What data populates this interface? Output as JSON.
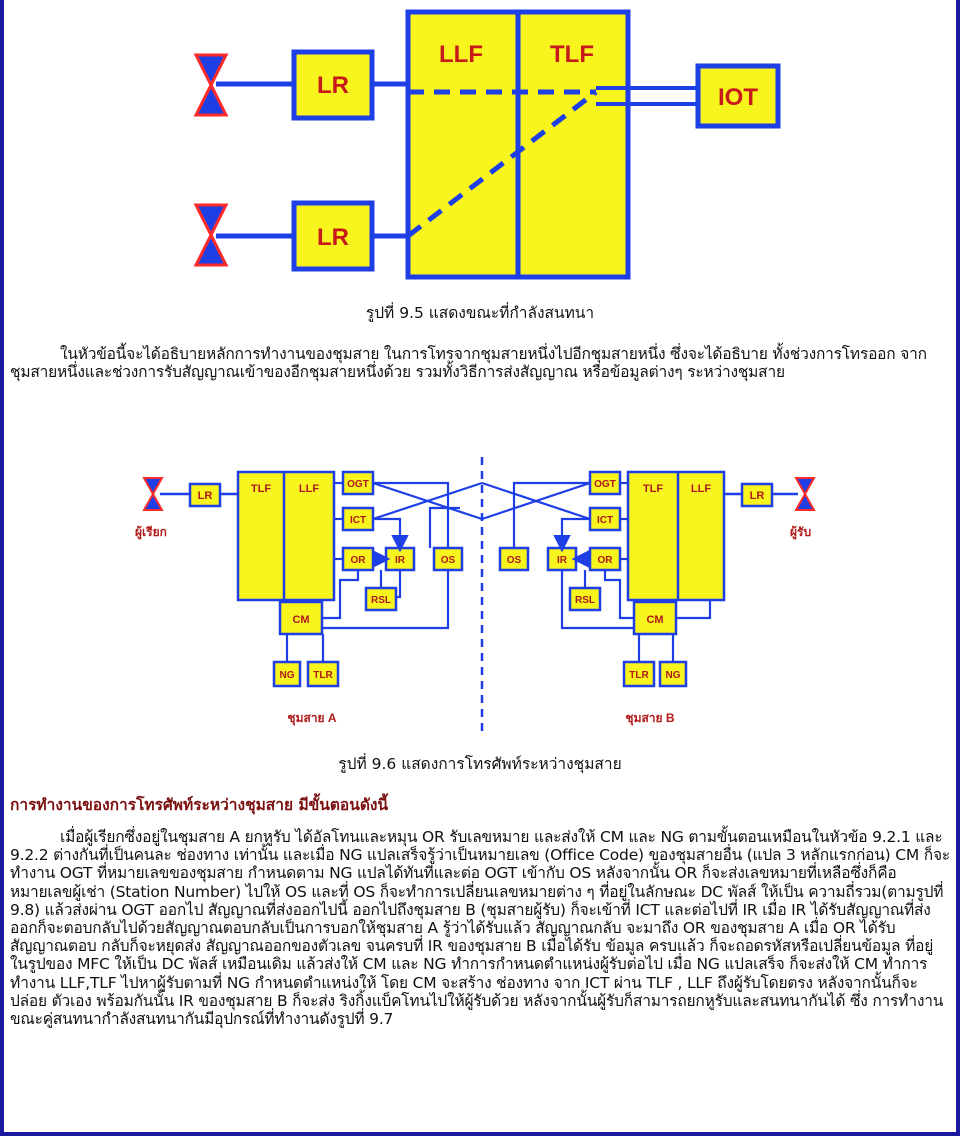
{
  "figure1": {
    "caption": "รูปที่ 9.5 แสดงขณะที่กำลังสนทนา",
    "labels": {
      "lr_top": "LR",
      "lr_bottom": "LR",
      "llf": "LLF",
      "tlf": "TLF",
      "iot": "IOT"
    }
  },
  "intro_paragraph": "ในหัวข้อนี้จะได้อธิบายหลักการทำงานของชุมสาย ในการโทรจากชุมสายหนึ่งไปอีกชุมสายหนึ่ง ซึ่งจะได้อธิบาย ทั้งช่วงการโทรออก จากชุมสายหนึ่งและช่วงการรับสัญญาณเข้าของอีกชุมสายหนึ่งด้วย รวมทั้งวิธีการส่งสัญญาณ หรือข้อมูลต่างๆ ระหว่างชุมสาย",
  "figure2": {
    "caption": "รูปที่ 9.6 แสดงการโทรศัพท์ระหว่างชุมสาย",
    "exchange_a": {
      "name": "ชุมสาย A",
      "caller": "ผู้เรียก",
      "lr": "LR",
      "tlf": "TLF",
      "llf": "LLF",
      "ogt": "OGT",
      "ict": "ICT",
      "or": "OR",
      "ir": "IR",
      "os": "OS",
      "rsl": "RSL",
      "cm": "CM",
      "ng": "NG",
      "tlr": "TLR"
    },
    "exchange_b": {
      "name": "ชุมสาย B",
      "callee": "ผู้รับ",
      "lr": "LR",
      "tlf": "TLF",
      "llf": "LLF",
      "ogt": "OGT",
      "ict": "ICT",
      "or": "OR",
      "ir": "IR",
      "os": "OS",
      "rsl": "RSL",
      "cm": "CM",
      "ng": "NG",
      "tlr": "TLR"
    }
  },
  "section_heading": "การทำงานของการโทรศัพท์ระหว่างชุมสาย มีขั้นตอนดังนี้",
  "body_paragraph": "เมื่อผู้เรียกซึ่งอยู่ในชุมสาย A ยกหูรับ ได้อัลโทนและหมุน OR รับเลขหมาย และส่งให้ CM และ NG ตามขั้นตอนเหมือนในหัวข้อ 9.2.1 และ 9.2.2 ต่างกันที่เป็นคนละ ช่องทาง เท่านั้น และเมื่อ NG แปลเสร็จรู้ว่าเป็นหมายเลข (Office Code) ของชุมสายอื่น (แปล 3 หลักแรกก่อน) CM ก็จะ ทำงาน OGT ที่หมายเลขของชุมสาย กำหนดตาม NG แปลได้ทันทีและต่อ OGT เข้ากับ OS หลังจากนั้น OR ก็จะส่งเลขหมายที่เหลือซึ่งก็คือ หมายเลขผู้เช่า (Station Number) ไปให้ OS และที่ OS ก็จะทำการเปลี่ยนเลขหมายต่าง ๆ ที่อยู่ในลักษณะ DC พัลส์ ให้เป็น ความถี่รวม(ตามรูปที่ 9.8) แล้วส่งผ่าน OGT ออกไป สัญญาณที่ส่งออกไปนี้ ออกไปถึงชุมสาย B (ชุมสายผู้รับ) ก็จะเข้าที่ ICT และต่อไปที่ IR เมื่อ IR ได้รับสัญญาณที่ส่งออกก็จะตอบกลับไปด้วยสัญญาณตอบกลับเป็นการบอกให้ชุมสาย A รู้ว่าได้รับแล้ว สัญญาณกลับ จะมาถึง OR ของชุมสาย A เมื่อ OR ได้รับ สัญญาณตอบ กลับก็จะหยุดส่ง สัญญาณออกของตัวเลข จนครบที่ IR ของชุมสาย B เมื่อได้รับ ข้อมูล ครบแล้ว ก็จะถอดรหัสหรือเปลี่ยนข้อมูล ที่อยู่ในรูปของ MFC ให้เป็น DC พัลส์ เหมือนเดิม แล้วส่งให้ CM และ NG ทำการกำหนดตำแหน่งผู้รับต่อไป เมื่อ NG แปลเสร็จ ก็จะส่งให้ CM ทำการทำงาน LLF,TLF ไปหาผู้รับตามที่ NG กำหนดตำแหน่งให้ โดย CM จะสร้าง ช่องทาง จาก ICT ผ่าน TLF , LLF ถึงผู้รับโดยตรง หลังจากนั้นก็จะ ปล่อย ตัวเอง พร้อมกันนั้น IR ของชุมสาย B ก็จะส่ง ริงกิ้งแบ็คโทนไปให้ผู้รับด้วย หลังจากนั้นผู้รับก็สามารถยกหูรับและสนทนากันได้ ซึ่ง การทำงานขณะคู่สนทนากำลังสนทนากันมีอุปกรณ์ที่ทำงานดังรูปที่ 9.7",
  "colors": {
    "block_fill": "#f7f41e",
    "line_blue": "#1e3ee6",
    "frame": "#1a1a9c",
    "label_red": "#b01a1a"
  },
  "icons": [
    "telephone-hourglass-icon"
  ]
}
